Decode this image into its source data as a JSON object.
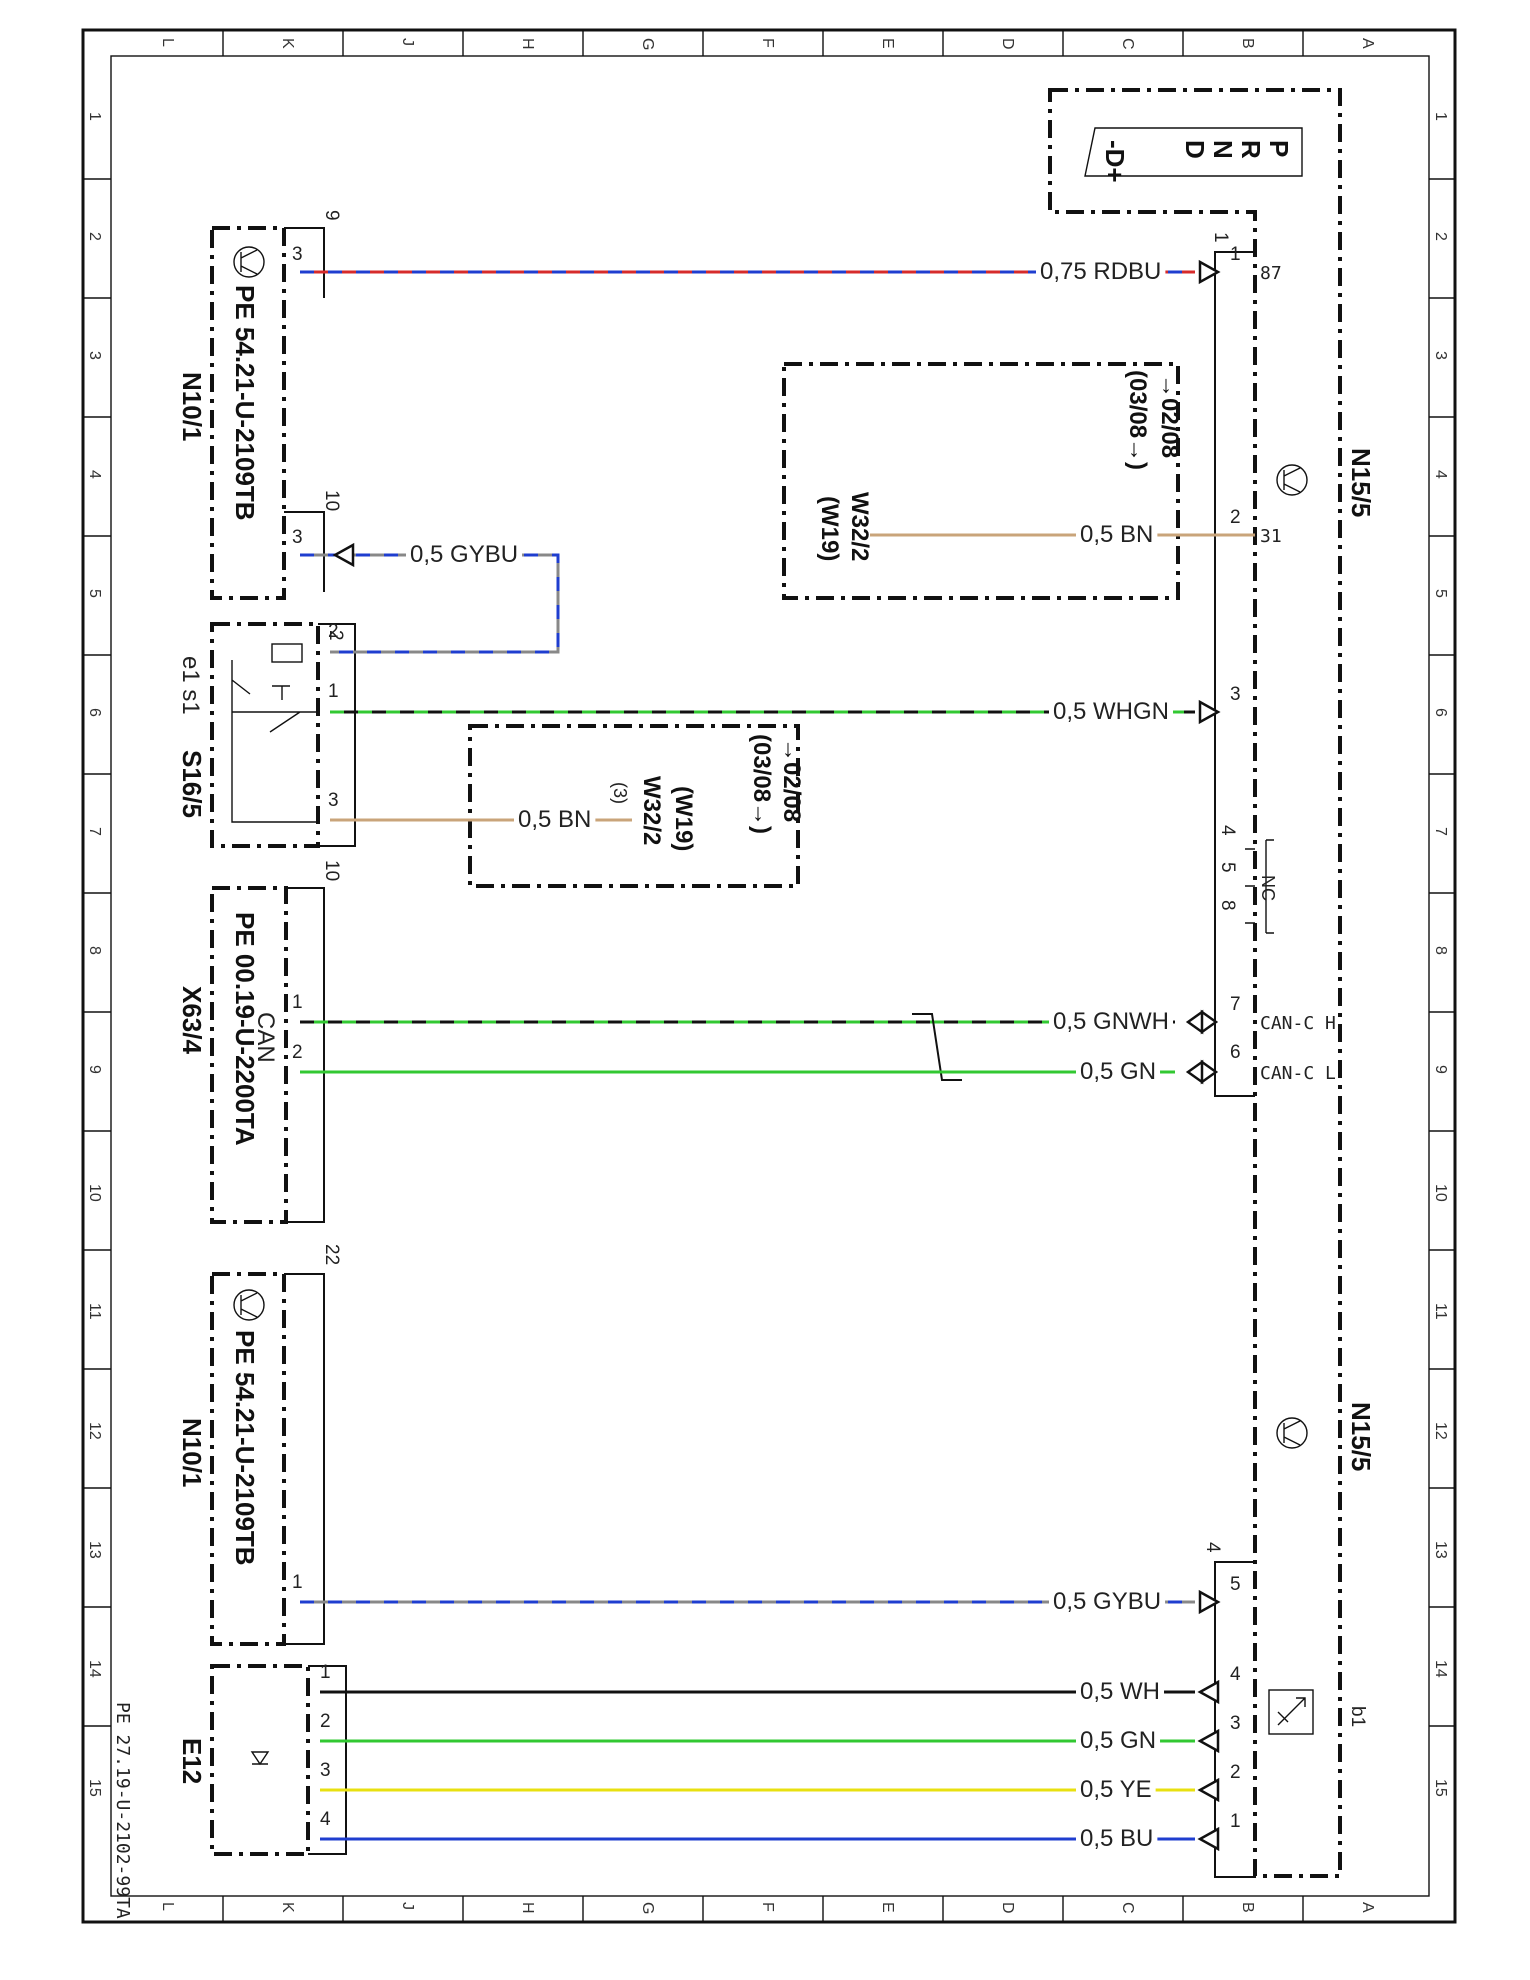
{
  "grid": {
    "columns": [
      "L",
      "K",
      "J",
      "H",
      "G",
      "F",
      "E",
      "D",
      "C",
      "B",
      "A"
    ],
    "rows": [
      "1",
      "2",
      "3",
      "4",
      "5",
      "6",
      "7",
      "8",
      "9",
      "10",
      "11",
      "12",
      "13",
      "14",
      "15"
    ]
  },
  "footer": {
    "doc_id": "PE 27.19-U-2102-99TA"
  },
  "components": {
    "n15_5_top": "N15/5",
    "n15_5_bottom": "N15/5",
    "n10_1_top": "N10/1",
    "n10_1_top_ref": "PE 54.21-U-2109TB",
    "n10_1_bottom": "N10/1",
    "n10_1_bottom_ref": "PE 54.21-U-2109TB",
    "s16_5": "S16/5",
    "s16_5_parts": "e1  s1",
    "x63_4": "X63/4",
    "x63_4_ref": "PE 00.19-U-2200TA",
    "x63_4_can": "CAN",
    "e12": "E12",
    "b1": "b1",
    "w32_2_a": "W32/2",
    "w32_2_a_sub": "(W19)",
    "w32_2_a_date1": "→02/08",
    "w32_2_a_date2": "(03/08→)",
    "w32_2_b": "W32/2",
    "w32_2_b_sub": "(W19)",
    "w32_2_b_date1": "→02/08",
    "w32_2_b_date2": "(03/08→)",
    "w32_2_b_pin": "(3)",
    "shift_gate": [
      "P",
      "R",
      "N",
      "D",
      "-D+"
    ],
    "nc_label": "NC"
  },
  "connectors": {
    "n15_5_top_num": "1",
    "n15_5_bottom_num": "4",
    "n10_1_top_num": "9",
    "n10_1_mid_num": "10",
    "x63_4_num": "10",
    "n10_1_bottom_num": "22"
  },
  "wires": [
    {
      "label": "0,75 RDBU",
      "colors": [
        "#d62b2b",
        "#1f3ecf"
      ],
      "from_pin": "3",
      "to_pin": "1",
      "to_signal": "87"
    },
    {
      "label": "0,5 GYBU",
      "colors": [
        "#888888",
        "#1f3ecf"
      ],
      "from_pin": "3",
      "to_pin": "2"
    },
    {
      "label": "0,5 BN",
      "colors": [
        "#c9a47a"
      ],
      "to_pin": "2",
      "to_signal": "31"
    },
    {
      "label": "0,5 WHGN",
      "colors": [
        "#111111",
        "#32c832"
      ],
      "from_pin": "1",
      "to_pin": "3"
    },
    {
      "label": "0,5 BN",
      "colors": [
        "#c9a47a"
      ],
      "from_pin": "3"
    },
    {
      "label": "0,5 GNWH",
      "colors": [
        "#32c832",
        "#111111"
      ],
      "from_pin": "1",
      "to_pin": "7",
      "to_signal": "CAN-C H"
    },
    {
      "label": "0,5 GN",
      "colors": [
        "#32c832"
      ],
      "from_pin": "2",
      "to_pin": "6",
      "to_signal": "CAN-C L"
    },
    {
      "label": "0,5 GYBU",
      "colors": [
        "#888888",
        "#1f3ecf"
      ],
      "from_pin": "1",
      "to_pin": "5"
    },
    {
      "label": "0,5 WH",
      "colors": [
        "#111111"
      ],
      "from_pin": "1",
      "to_pin": "4"
    },
    {
      "label": "0,5 GN",
      "colors": [
        "#32c832"
      ],
      "from_pin": "2",
      "to_pin": "3"
    },
    {
      "label": "0,5 YE",
      "colors": [
        "#e8e010"
      ],
      "from_pin": "3",
      "to_pin": "2"
    },
    {
      "label": "0,5 BU",
      "colors": [
        "#1f3ecf"
      ],
      "from_pin": "4",
      "to_pin": "1"
    }
  ],
  "unused_pins": [
    "4",
    "5",
    "8"
  ],
  "s16_5_pin2": "2"
}
